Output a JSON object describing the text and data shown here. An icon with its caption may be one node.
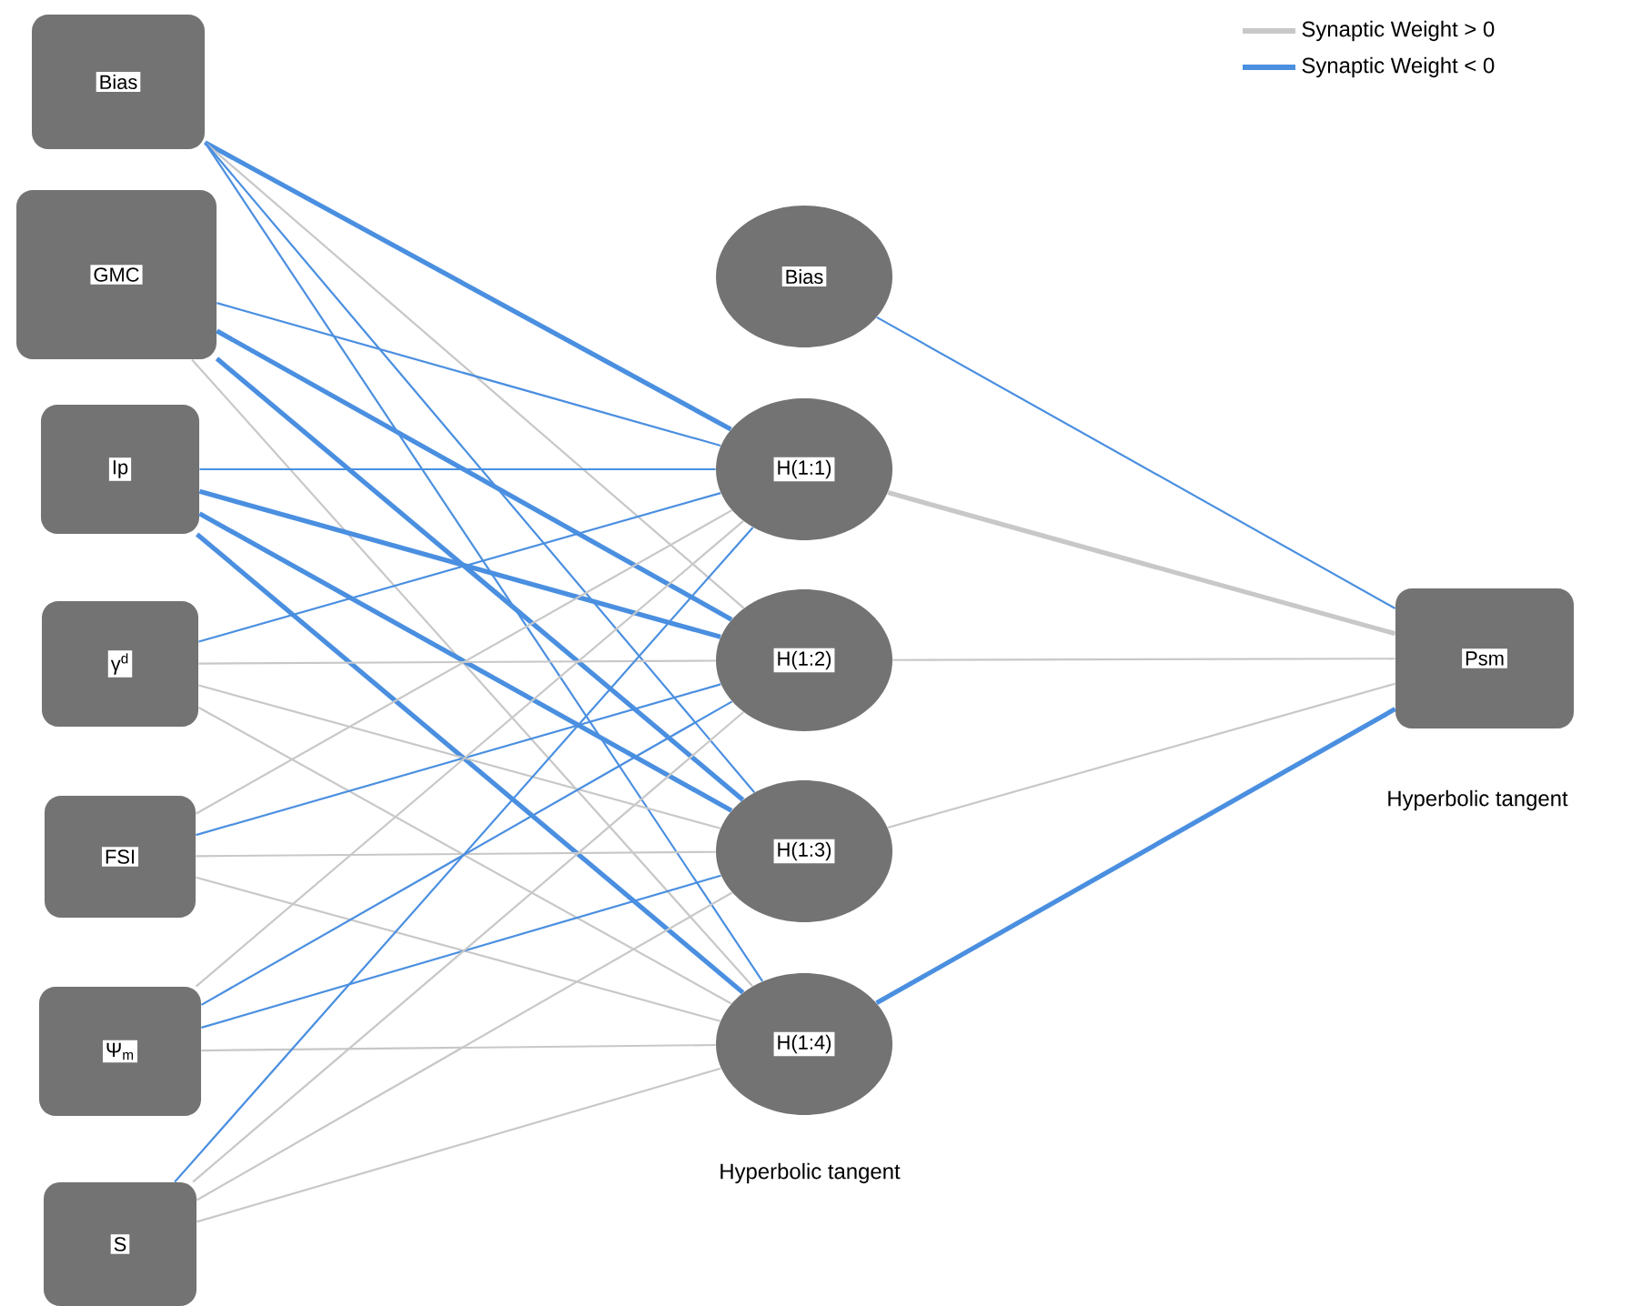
{
  "diagram": {
    "nodes": [
      {
        "text": [
          "Bias"
        ]
      },
      {
        "text": [
          "GMC"
        ]
      },
      {
        "text": [
          "Ip"
        ]
      },
      {
        "text": [
          "γ$^{d}$"
        ]
      },
      {
        "text": [
          "FSI"
        ]
      },
      {
        "text": [
          "Ψ$_{m}$"
        ]
      },
      {
        "text": [
          "S"
        ]
      },
      {
        "text": [
          "Bias"
        ]
      },
      {
        "text": [
          "H(1:1)"
        ]
      },
      {
        "text": [
          "H(1:2)"
        ]
      },
      {
        "text": [
          "H(1:3)"
        ]
      },
      {
        "text": [
          "H(1:4)"
        ]
      },
      {
        "text": [
          "Psm"
        ]
      }
    ],
    "edges": [
      {
        "from": 0,
        "to": 8,
        "arrow": "none",
        "style": "thick"
      },
      {
        "from": 0,
        "to": 9,
        "arrow": "none",
        "color": "#c8c8c8"
      },
      {
        "from": 0,
        "to": 10,
        "arrow": "none"
      },
      {
        "from": 0,
        "to": 11,
        "arrow": "none"
      },
      {
        "from": 1,
        "to": 8,
        "arrow": "none"
      },
      {
        "from": 1,
        "to": 9,
        "arrow": "none",
        "style": "thick"
      },
      {
        "from": 1,
        "to": 10,
        "arrow": "none",
        "style": "thick"
      },
      {
        "from": 1,
        "to": 11,
        "arrow": "none",
        "color": "#c8c8c8"
      },
      {
        "from": 2,
        "to": 8,
        "arrow": "none"
      },
      {
        "from": 2,
        "to": 9,
        "arrow": "none",
        "style": "thick"
      },
      {
        "from": 2,
        "to": 10,
        "arrow": "none",
        "style": "thick"
      },
      {
        "from": 2,
        "to": 11,
        "arrow": "none",
        "style": "thick"
      },
      {
        "from": 3,
        "to": 8,
        "arrow": "none"
      },
      {
        "from": 3,
        "to": 9,
        "arrow": "none",
        "color": "#c8c8c8"
      },
      {
        "from": 3,
        "to": 10,
        "arrow": "none",
        "color": "#c8c8c8"
      },
      {
        "from": 3,
        "to": 11,
        "arrow": "none",
        "color": "#c8c8c8"
      },
      {
        "from": 4,
        "to": 8,
        "arrow": "none",
        "color": "#c8c8c8"
      },
      {
        "from": 4,
        "to": 9,
        "arrow": "none"
      },
      {
        "from": 4,
        "to": 10,
        "arrow": "none",
        "color": "#c8c8c8"
      },
      {
        "from": 4,
        "to": 11,
        "arrow": "none",
        "color": "#c8c8c8"
      },
      {
        "from": 5,
        "to": 8,
        "arrow": "none",
        "color": "#c8c8c8"
      },
      {
        "from": 5,
        "to": 9,
        "arrow": "none"
      },
      {
        "from": 5,
        "to": 10,
        "arrow": "none"
      },
      {
        "from": 5,
        "to": 11,
        "arrow": "none",
        "color": "#c8c8c8"
      },
      {
        "from": 6,
        "to": 8,
        "arrow": "none"
      },
      {
        "from": 6,
        "to": 9,
        "arrow": "none",
        "color": "#c8c8c8"
      },
      {
        "from": 6,
        "to": 10,
        "arrow": "none",
        "color": "#c8c8c8"
      },
      {
        "from": 6,
        "to": 11,
        "arrow": "none",
        "color": "#c8c8c8"
      },
      {
        "from": 7,
        "to": 12,
        "arrow": "none"
      },
      {
        "from": 8,
        "to": 12,
        "arrow": "none",
        "style": "thick",
        "color": "#c8c8c8"
      },
      {
        "from": 9,
        "to": 12,
        "arrow": "none",
        "color": "#c8c8c8"
      },
      {
        "from": 10,
        "to": 12,
        "arrow": "none",
        "color": "#c8c8c8"
      },
      {
        "from": 11,
        "to": 12,
        "arrow": "none",
        "style": "thick"
      }
    ],
    "labels": [
      "Hyperbolic tangent",
      "Hyperbolic tangent"
    ],
    "legend": [
      {
        "text": "Synaptic Weight > 0"
      },
      {
        "text": "Synaptic Weight < 0"
      }
    ]
  }
}
